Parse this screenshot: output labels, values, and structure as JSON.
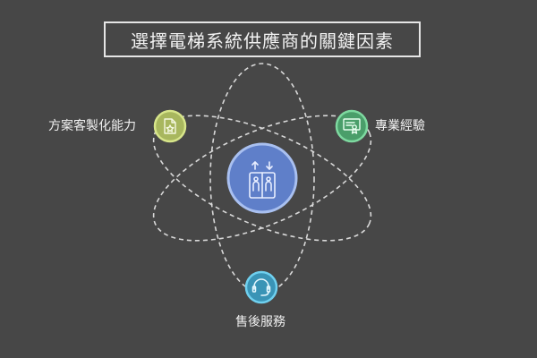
{
  "title": "選擇電梯系統供應商的關鍵因素",
  "center": {
    "icon": "elevator-icon"
  },
  "factors": [
    {
      "label": "方案客製化能力",
      "icon": "customization-document-icon",
      "color": "#cfe07a"
    },
    {
      "label": "專業經驗",
      "icon": "certificate-icon",
      "color": "#66c98b"
    },
    {
      "label": "售後服務",
      "icon": "headset-support-icon",
      "color": "#4bb8dc"
    }
  ],
  "colors": {
    "background": "#474747",
    "center_fill": "#5f7fc9",
    "center_stroke": "#a9c0f0",
    "orbit": "#d8d8d8"
  }
}
